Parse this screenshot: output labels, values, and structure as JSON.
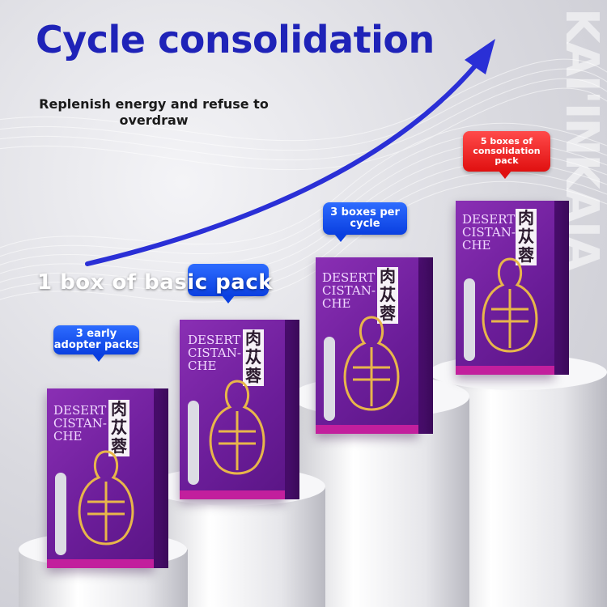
{
  "header": {
    "title": "Cycle consolidation",
    "subtitle": "Replenish energy and refuse to overdraw"
  },
  "side_watermark": "KAI'INKAIA",
  "tiers": [
    {
      "label": "3 early adopter packs",
      "lines": [
        "3 early",
        "adopter packs"
      ],
      "color": "#1a55f0"
    },
    {
      "label": "1 box of basic pack",
      "color": "#1a55f0"
    },
    {
      "label": "3 boxes per cycle",
      "lines": [
        "3 boxes per",
        "cycle"
      ],
      "color": "#1a55f0"
    },
    {
      "label": "5 boxes of consolidation pack",
      "lines": [
        "5 boxes of",
        "consolidation pack"
      ],
      "color": "#e81919"
    }
  ],
  "product": {
    "brand_lines": [
      "DESERT",
      "CISTAN-",
      "CHE"
    ],
    "chinese_name": [
      "肉",
      "苁",
      "蓉"
    ]
  },
  "colors": {
    "title": "#1f23b8",
    "arrow": "#2a2fd6",
    "box_purple": "#7a25a8"
  }
}
